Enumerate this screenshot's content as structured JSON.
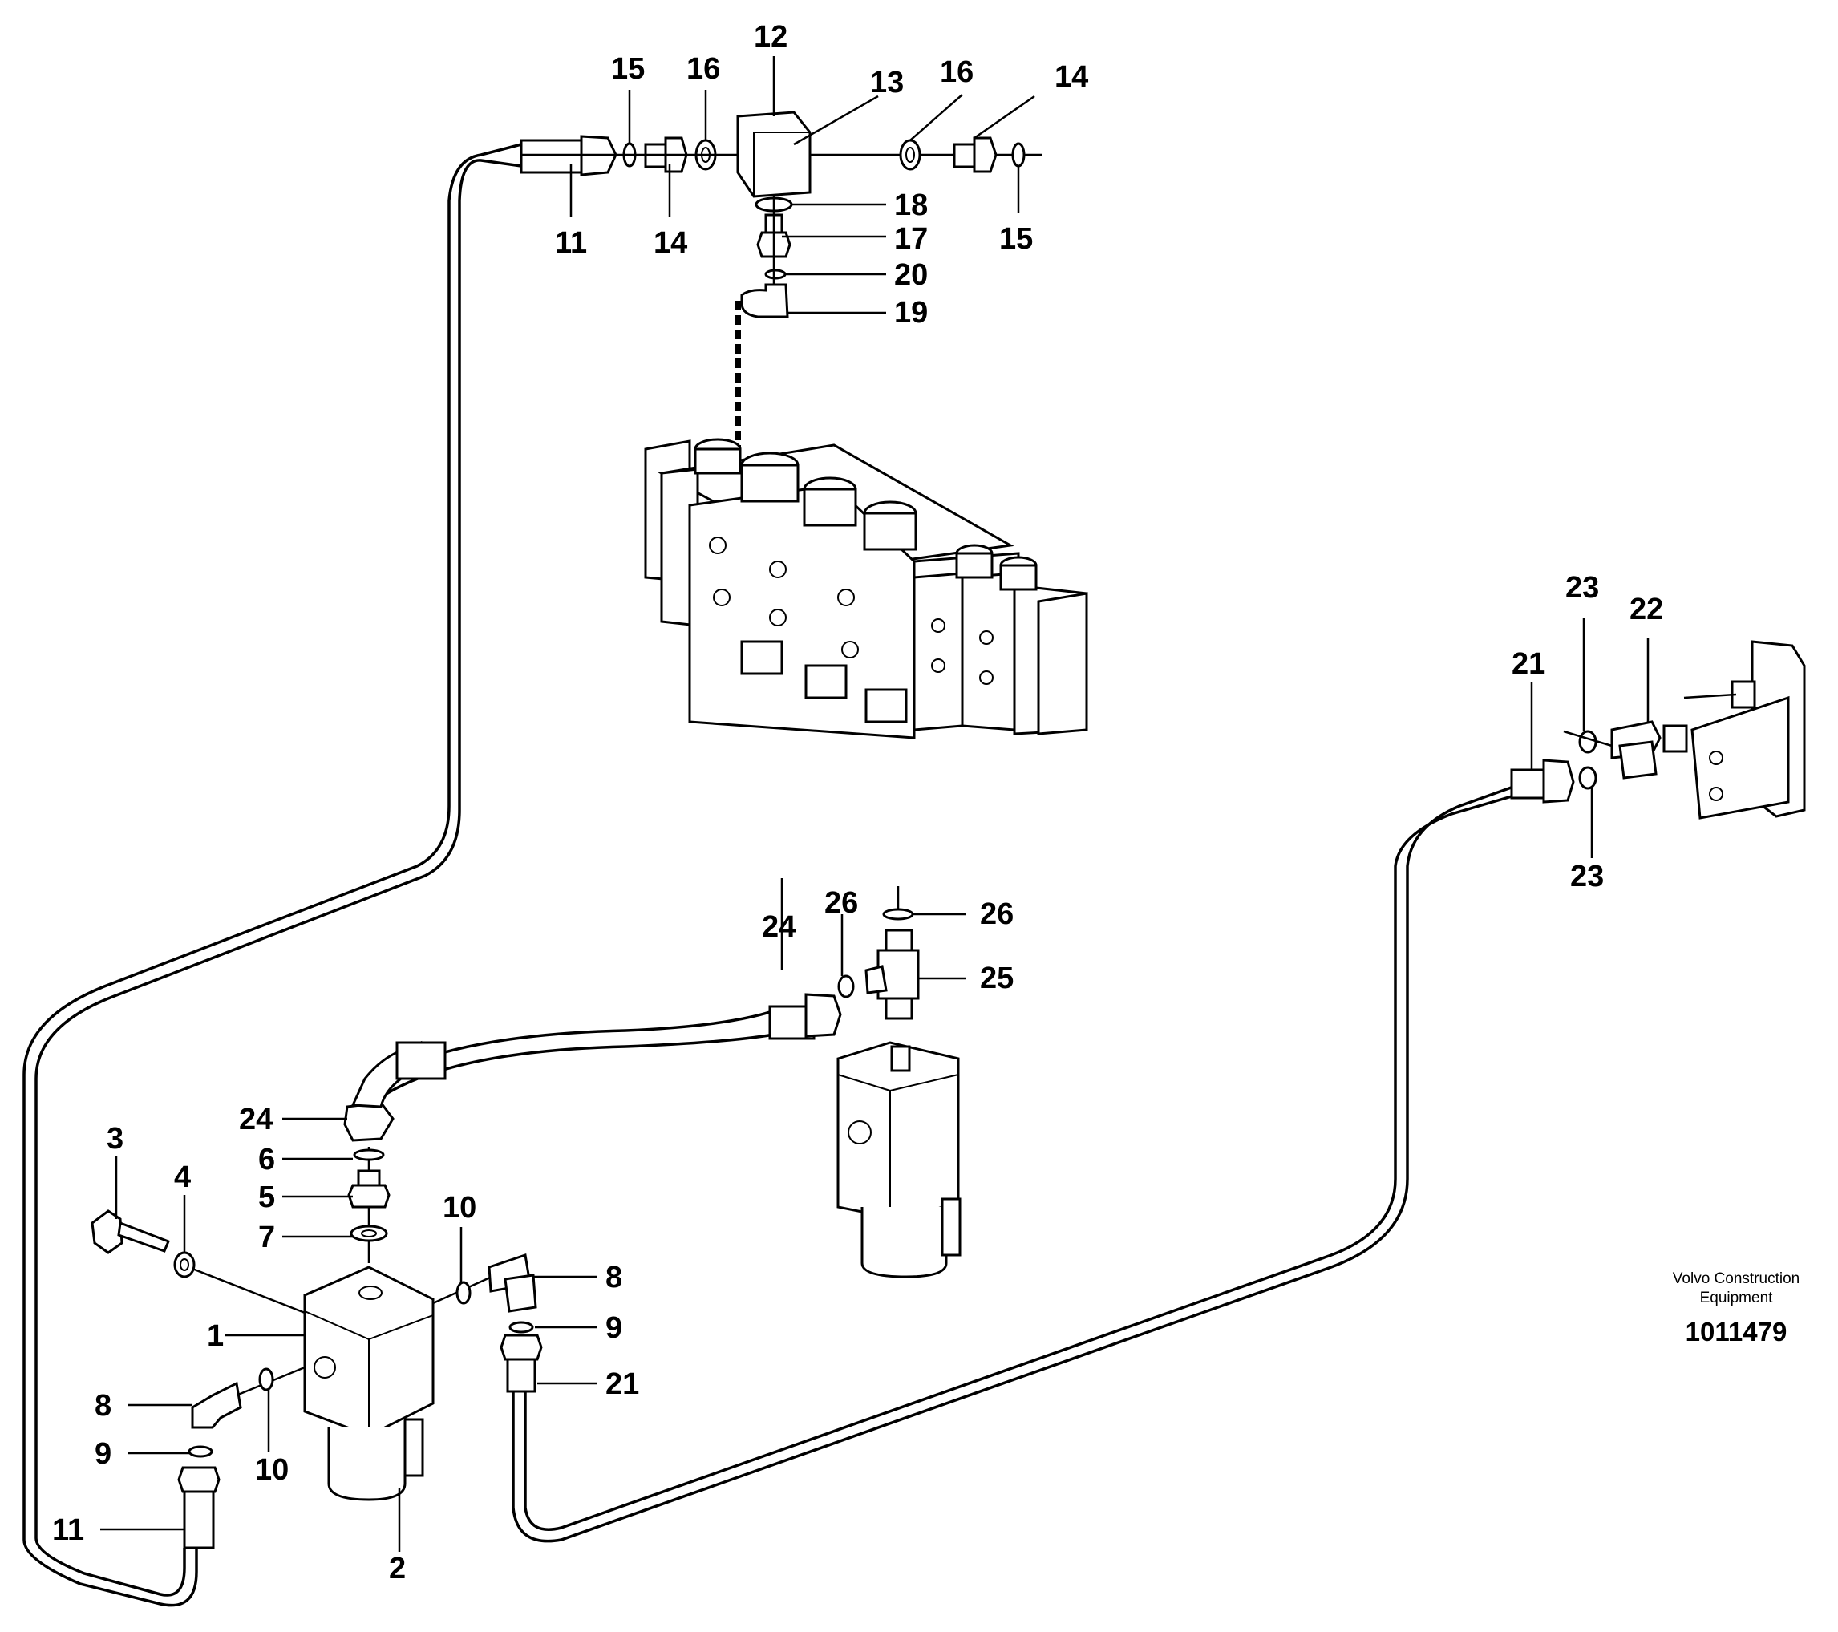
{
  "labels": {
    "n1": "1",
    "n2": "2",
    "n3": "3",
    "n4": "4",
    "n5": "5",
    "n6": "6",
    "n7": "7",
    "n8a": "8",
    "n8b": "8",
    "n9a": "9",
    "n9b": "9",
    "n10a": "10",
    "n10b": "10",
    "n11a": "11",
    "n11b": "11",
    "n12": "12",
    "n13": "13",
    "n14a": "14",
    "n14b": "14",
    "n15a": "15",
    "n15b": "15",
    "n16a": "16",
    "n16b": "16",
    "n17": "17",
    "n18": "18",
    "n19": "19",
    "n20": "20",
    "n21a": "21",
    "n21b": "21",
    "n22": "22",
    "n23a": "23",
    "n23b": "23",
    "n24a": "24",
    "n24b": "24",
    "n25": "25",
    "n26a": "26",
    "n26b": "26"
  },
  "footer": {
    "brand_line1": "Volvo Construction",
    "brand_line2": "Equipment",
    "drawing_id": "1011479"
  }
}
